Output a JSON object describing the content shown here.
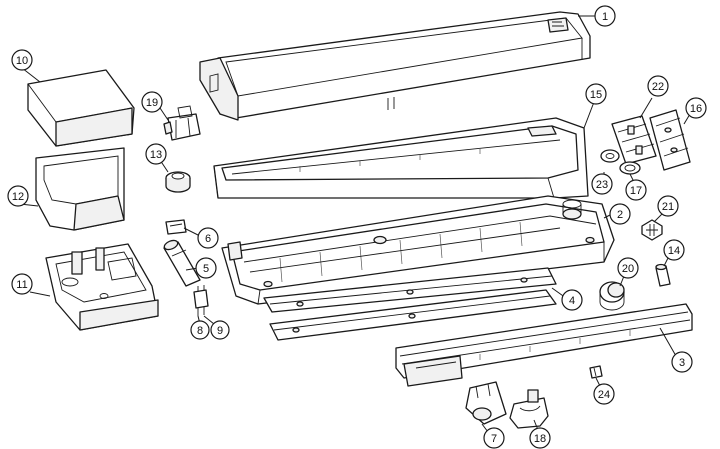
{
  "diagram": {
    "colors": {
      "ink": "#1a1a1a",
      "paper": "#ffffff",
      "shade": "#f1f1f1"
    },
    "callouts": [
      {
        "id": "1",
        "label": "1"
      },
      {
        "id": "2",
        "label": "2"
      },
      {
        "id": "3",
        "label": "3"
      },
      {
        "id": "4",
        "label": "4"
      },
      {
        "id": "5",
        "label": "5"
      },
      {
        "id": "6",
        "label": "6"
      },
      {
        "id": "7",
        "label": "7"
      },
      {
        "id": "8",
        "label": "8"
      },
      {
        "id": "9",
        "label": "9"
      },
      {
        "id": "10",
        "label": "10"
      },
      {
        "id": "11",
        "label": "11"
      },
      {
        "id": "12",
        "label": "12"
      },
      {
        "id": "13",
        "label": "13"
      },
      {
        "id": "14",
        "label": "14"
      },
      {
        "id": "15",
        "label": "15"
      },
      {
        "id": "16",
        "label": "16"
      },
      {
        "id": "17",
        "label": "17"
      },
      {
        "id": "18",
        "label": "18"
      },
      {
        "id": "19",
        "label": "19"
      },
      {
        "id": "20",
        "label": "20"
      },
      {
        "id": "21",
        "label": "21"
      },
      {
        "id": "22",
        "label": "22"
      },
      {
        "id": "23",
        "label": "23"
      },
      {
        "id": "24",
        "label": "24"
      }
    ]
  }
}
